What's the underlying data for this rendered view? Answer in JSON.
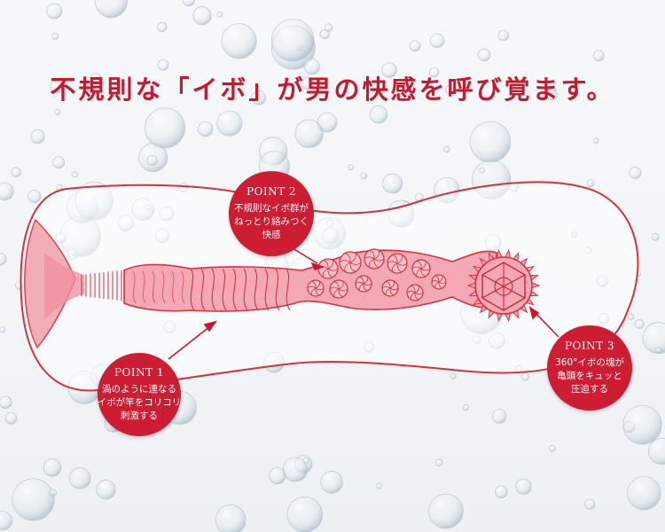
{
  "headline": "不規則な「イボ」が男の快感を呼び覚ます。",
  "points": [
    {
      "title": "POINT 1",
      "lines": [
        "渦のように連なる",
        "イボが竿をコリコリ",
        "刺激する"
      ]
    },
    {
      "title": "POINT 2",
      "lines": [
        "不規則なイボ群が",
        "ねっとり絡みつく",
        "快感"
      ]
    },
    {
      "title": "POINT 3",
      "lines": [
        "360°イボの塊が",
        "亀頭をキュッと",
        "圧迫する"
      ]
    }
  ],
  "colors": {
    "accent": "#c81830",
    "callout": "#cc1d33",
    "outline": "#d9303f",
    "inner": "#f2a6b0"
  }
}
